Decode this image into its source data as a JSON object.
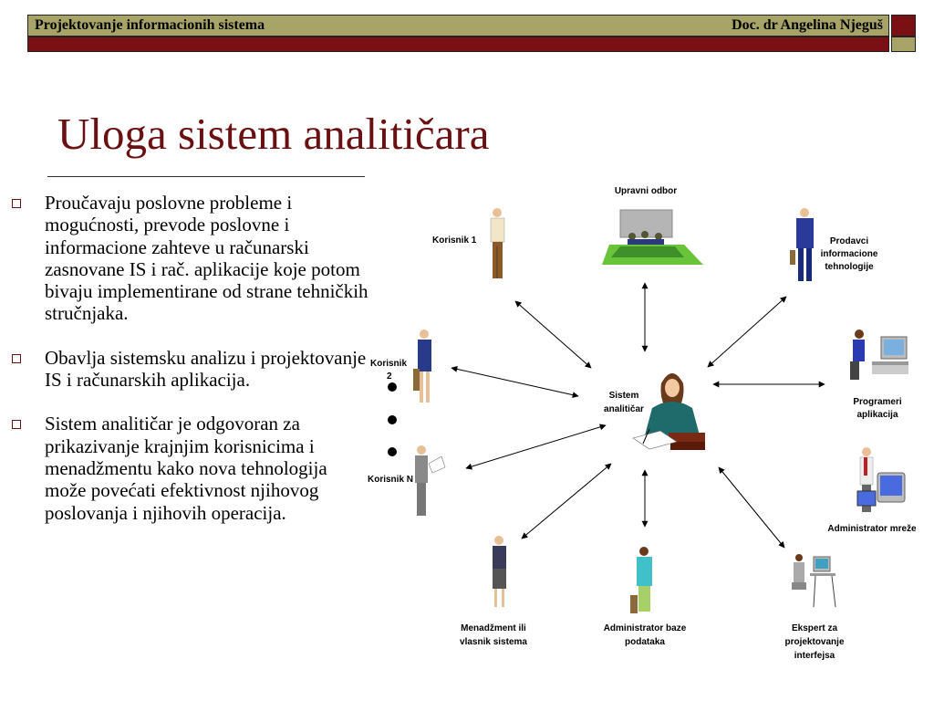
{
  "header": {
    "course": "Projektovanje informacionih sistema",
    "author": "Doc. dr Angelina Njeguš"
  },
  "slide": {
    "title": "Uloga sistem analitičara",
    "bullets": [
      "Proučavaju poslovne probleme i mogućnosti, prevode poslovne i informacione zahteve u računarski zasnovane IS i rač. aplikacije koje potom bivaju implementirane od strane tehničkih stručnjaka.",
      "Obavlja sistemsku analizu i projektovanje IS i računarskih aplikacija.",
      "Sistem analitičar je odgovoran za prikazivanje krajnjim korisnicima i menadžmentu kako nova tehnologija može povećati efektivnost njihovog poslovanja i njihovih operacija."
    ]
  },
  "diagram": {
    "center": [
      "Sistem",
      "analitičar"
    ],
    "upravni_odbor": "Upravni odbor",
    "korisnik1": "Korisnik 1",
    "korisnik2": [
      "Korisnik",
      "2"
    ],
    "korisnikN": "Korisnik N",
    "prodavci": [
      "Prodavci",
      "informacione",
      "tehnologije"
    ],
    "programeri": [
      "Programeri",
      "aplikacija"
    ],
    "admin_mreze": "Administrator mreže",
    "menadzment": [
      "Menadžment ili",
      "vlasnik sistema"
    ],
    "admin_baze": [
      "Administrator baze",
      "podataka"
    ],
    "ekspert": [
      "Ekspert za",
      "projektovanje",
      "interfejsa"
    ]
  },
  "colors": {
    "accent": "#6b1012",
    "header_bg": "#a8a468",
    "header_bar": "#7a1014"
  }
}
